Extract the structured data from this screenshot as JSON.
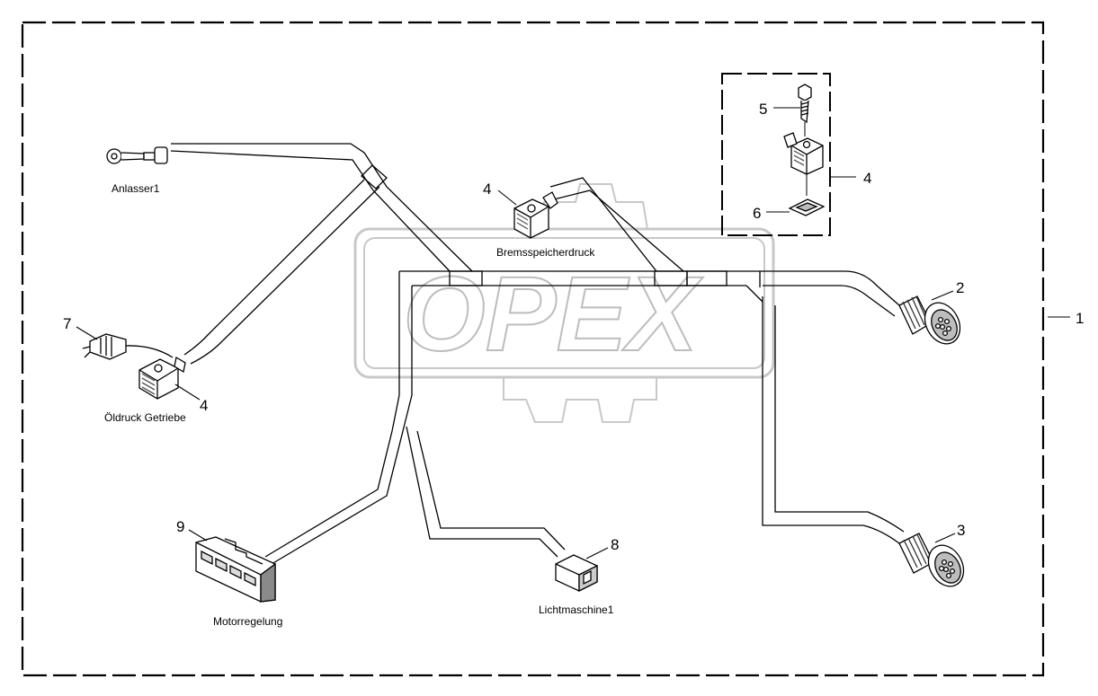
{
  "labels": {
    "anlasser": "Anlasser1",
    "oeldruck": "Öldruck Getriebe",
    "bremsspeicher": "Bremsspeicherdruck",
    "motorregelung": "Motorregelung",
    "lichtmaschine": "Lichtmaschine1"
  },
  "callouts": {
    "harness": "1",
    "connector_top_right": "2",
    "connector_bottom_right": "3",
    "sensor_bremsspeicher": "4",
    "sensor_oeldruck": "4",
    "sensor_detail": "4",
    "bolt": "5",
    "gasket": "6",
    "ring_terminal": "7",
    "lichtmaschine_plug": "8",
    "motorregelung_plug": "9"
  },
  "watermark": {
    "text": "OPEX",
    "color": "#c8c8c8"
  },
  "colors": {
    "line": "#000000",
    "connector_fill": "#ffffff",
    "connector_shade": "#9a9a9a"
  }
}
